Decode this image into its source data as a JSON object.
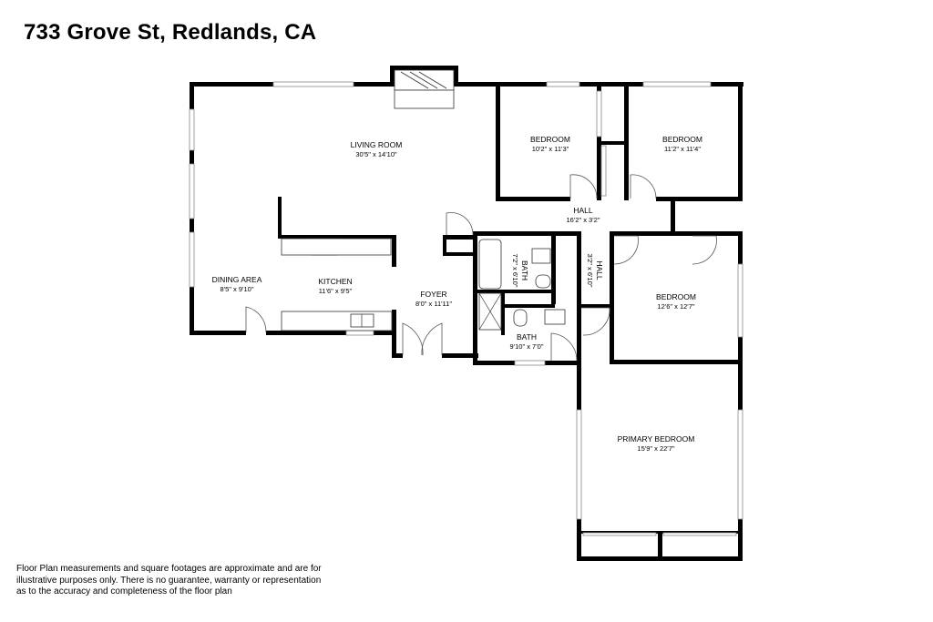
{
  "title": "733 Grove St, Redlands, CA",
  "disclaimer": "Floor Plan measurements and square footages are approximate and are for illustrative purposes only. There is no guarantee, warranty or representation as to the accuracy and completeness of the floor plan",
  "rooms": {
    "living_room": {
      "name": "LIVING ROOM",
      "dim": "30'5\" x 14'10\""
    },
    "bedroom_1": {
      "name": "BEDROOM",
      "dim": "10'2\" x 11'3\""
    },
    "bedroom_2": {
      "name": "BEDROOM",
      "dim": "11'2\" x 11'4\""
    },
    "hall_1": {
      "name": "HALL",
      "dim": "16'2\" x 3'2\""
    },
    "bath_1": {
      "name": "BATH",
      "dim": "7'2\" x 6'10\""
    },
    "hall_2": {
      "name": "HALL",
      "dim": "3'2\" x 6'10\""
    },
    "bedroom_3": {
      "name": "BEDROOM",
      "dim": "12'6\" x 12'7\""
    },
    "dining_area": {
      "name": "DINING AREA",
      "dim": "8'5\" x 9'10\""
    },
    "kitchen": {
      "name": "KITCHEN",
      "dim": "11'6\" x 9'5\""
    },
    "foyer": {
      "name": "FOYER",
      "dim": "8'0\" x 11'11\""
    },
    "bath_2": {
      "name": "BATH",
      "dim": "9'10\" x 7'0\""
    },
    "primary_bedroom": {
      "name": "PRIMARY BEDROOM",
      "dim": "15'9\" x 22'7\""
    }
  }
}
